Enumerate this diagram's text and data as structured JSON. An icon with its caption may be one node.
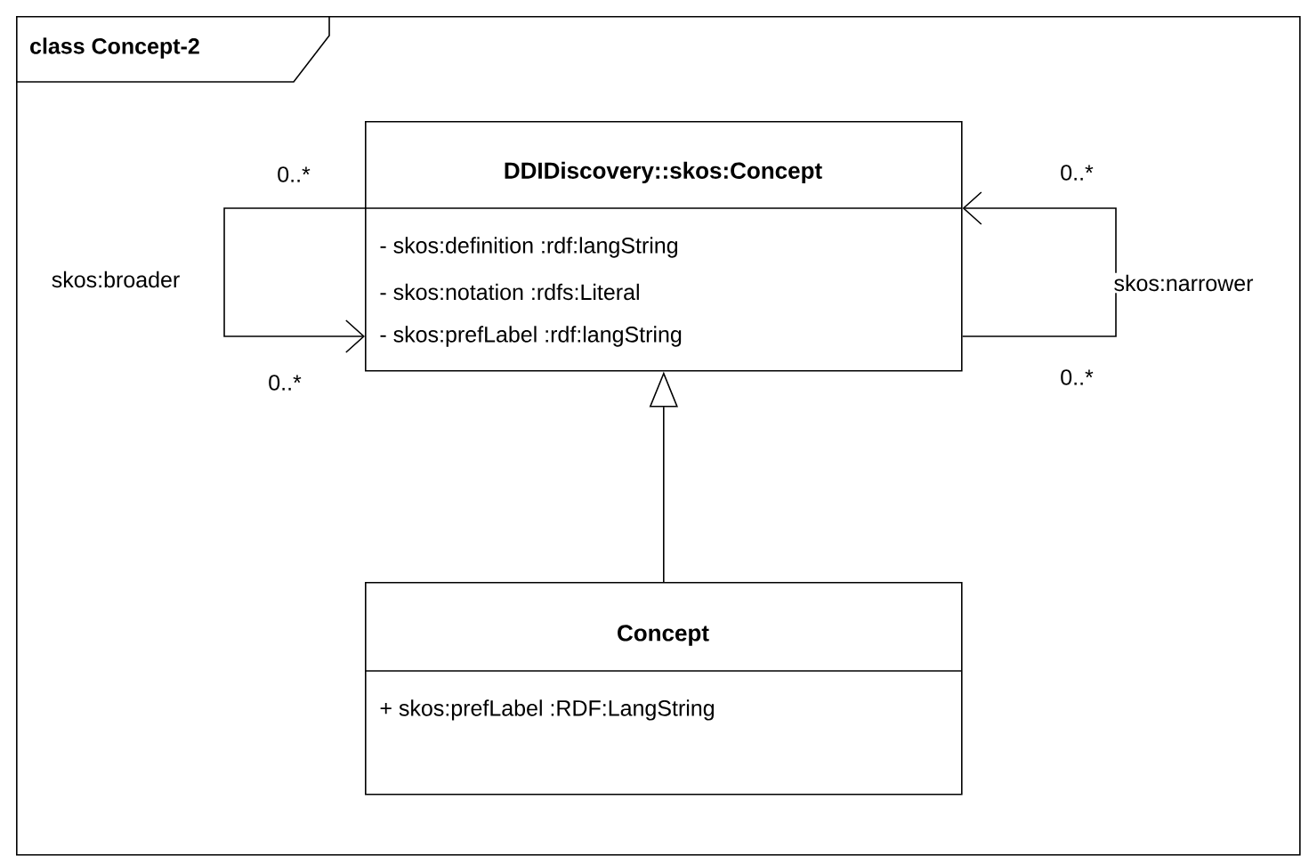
{
  "diagram": {
    "nodes": [
      {
        "text": [
          "class Concept-2"
        ]
      },
      {
        "text": [
          "DDIDiscovery::skos:Concept",
          "- skos:definition :rdf:langString",
          "- skos:notation :rdfs:Literal",
          "- skos:prefLabel :rdf:langString"
        ],
        "in": 0
      },
      {
        "text": [
          "Concept",
          "+ skos:prefLabel :RDF:LangString"
        ],
        "in": 0
      }
    ],
    "edges": [
      {
        "from": 1,
        "to": 1,
        "arrow": "to",
        "label": "skos:broader"
      },
      {
        "from": 1,
        "to": 1,
        "arrow": "to",
        "label": "skos:narrower"
      },
      {
        "from": 2,
        "to": 1,
        "arrow": "to"
      }
    ],
    "labels": [
      "0..*",
      "0..*",
      "0..*",
      "0..*"
    ]
  }
}
